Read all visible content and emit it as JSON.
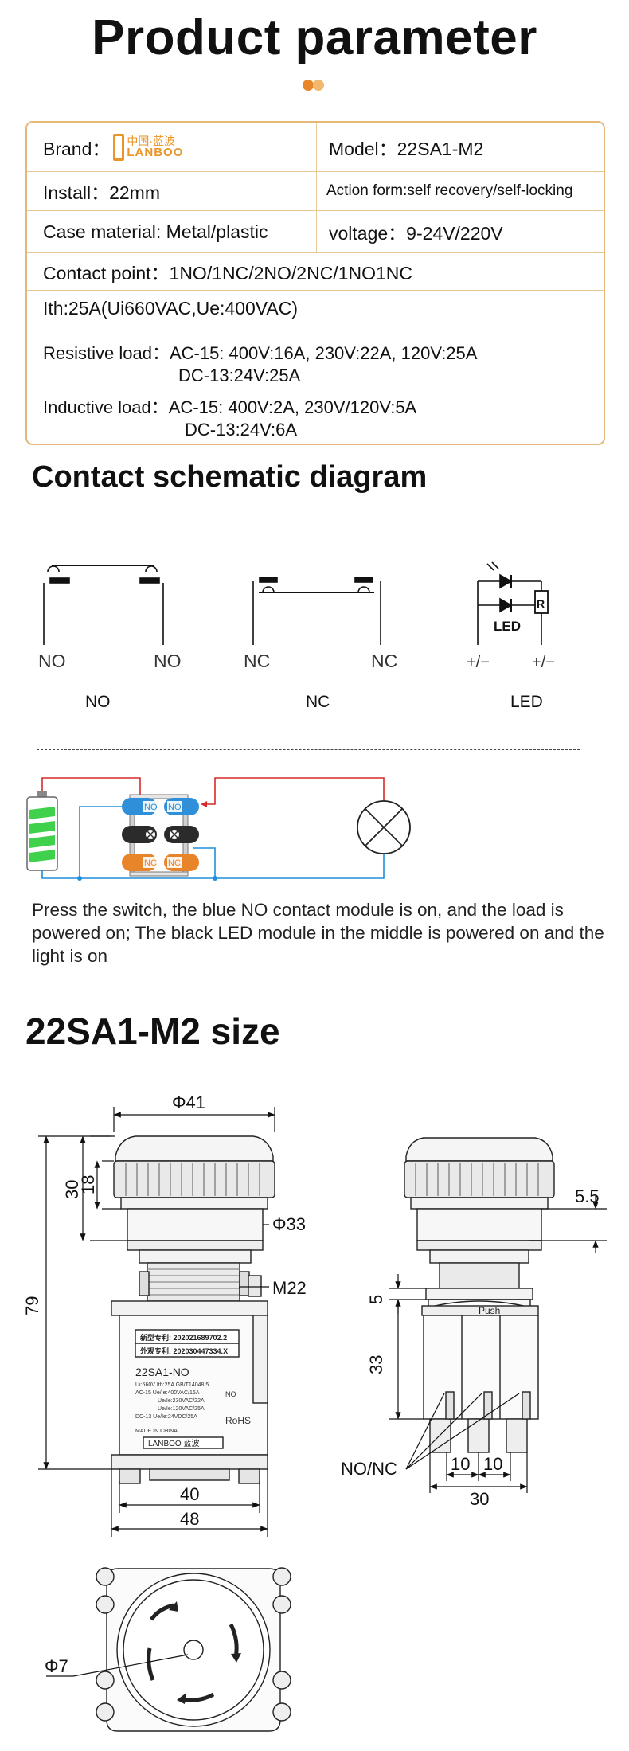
{
  "header": {
    "title": "Product parameter",
    "dot_colors": [
      "#e8872a",
      "#f2b96e"
    ]
  },
  "params": {
    "brand_label": "Brand：",
    "brand_logo_cn": "中国·蓝波",
    "brand_logo_en": "LANBOO",
    "model": "Model：22SA1-M2",
    "install": "Install：22mm",
    "action_form_label": "Action form:",
    "action_form_value": " self recovery/self-locking",
    "case_material": "Case material: Metal/plastic",
    "voltage": "voltage：9-24V/220V",
    "contact_point": "Contact point：1NO/1NC/2NO/2NC/1NO1NC",
    "ith": "Ith:25A(Ui660VAC,Ue:400VAC)",
    "resistive_line1": "Resistive load：AC-15: 400V:16A, 230V:22A, 120V:25A",
    "resistive_line2": "DC-13:24V:25A",
    "inductive_line1": "Inductive load：AC-15: 400V:2A, 230V/120V:5A",
    "inductive_line2": "DC-13:24V:6A",
    "border_color": "#e3b878"
  },
  "schematic": {
    "title": "Contact schematic diagram",
    "no_left": "NO",
    "no_right": "NO",
    "nc_left": "NC",
    "nc_right": "NC",
    "led_text": "LED",
    "resistor_text": "R",
    "led_left": "+/−",
    "led_right": "+/−",
    "caption_no": "NO",
    "caption_nc": "NC",
    "caption_led": "LED"
  },
  "wiring": {
    "module_top": "NO",
    "module_bottom": "NC",
    "description": "Press the switch, the blue NO contact module is on, and the load is powered on; The black LED module in the middle is powered on and the light is on",
    "colors": {
      "blue": "#2f8fd8",
      "orange": "#e8842a",
      "battery": "#3fd14b",
      "red_wire": "#d72a2a",
      "blue_wire": "#1f8fd8"
    }
  },
  "size": {
    "title": "22SA1-M2 size",
    "phi41": "Φ41",
    "d18": "18",
    "d30": "30",
    "phi33": "Φ33",
    "d79": "79",
    "m22": "M22",
    "d40": "40",
    "d48": "48",
    "d5_5": "5.5",
    "d5": "5",
    "d33": "33",
    "no_nc": "NO/NC",
    "d10a": "10",
    "d10b": "10",
    "d30b": "30",
    "phi7": "Φ7",
    "label_patent1": "新型专利: 202021689702.2",
    "label_patent2": "外观专利: 202030447334.X",
    "label_model": "22SA1-NO",
    "label_spec1": "Ui:660V  Ith:25A  GB/T14048.5",
    "label_spec2": "AC-15  Ue/Ie:400VAC/16A",
    "label_spec3": "Ue/Ie:230VAC/22A",
    "label_spec4": "Ue/Ie:120VAC/25A",
    "label_spec5": "DC-13  Ue/Ie:24VDC/25A",
    "label_made": "MADE IN CHINA",
    "label_rohs": "RoHS",
    "label_brand": "LANBOO 蓝波",
    "push": "Push",
    "no_small": "NO"
  }
}
